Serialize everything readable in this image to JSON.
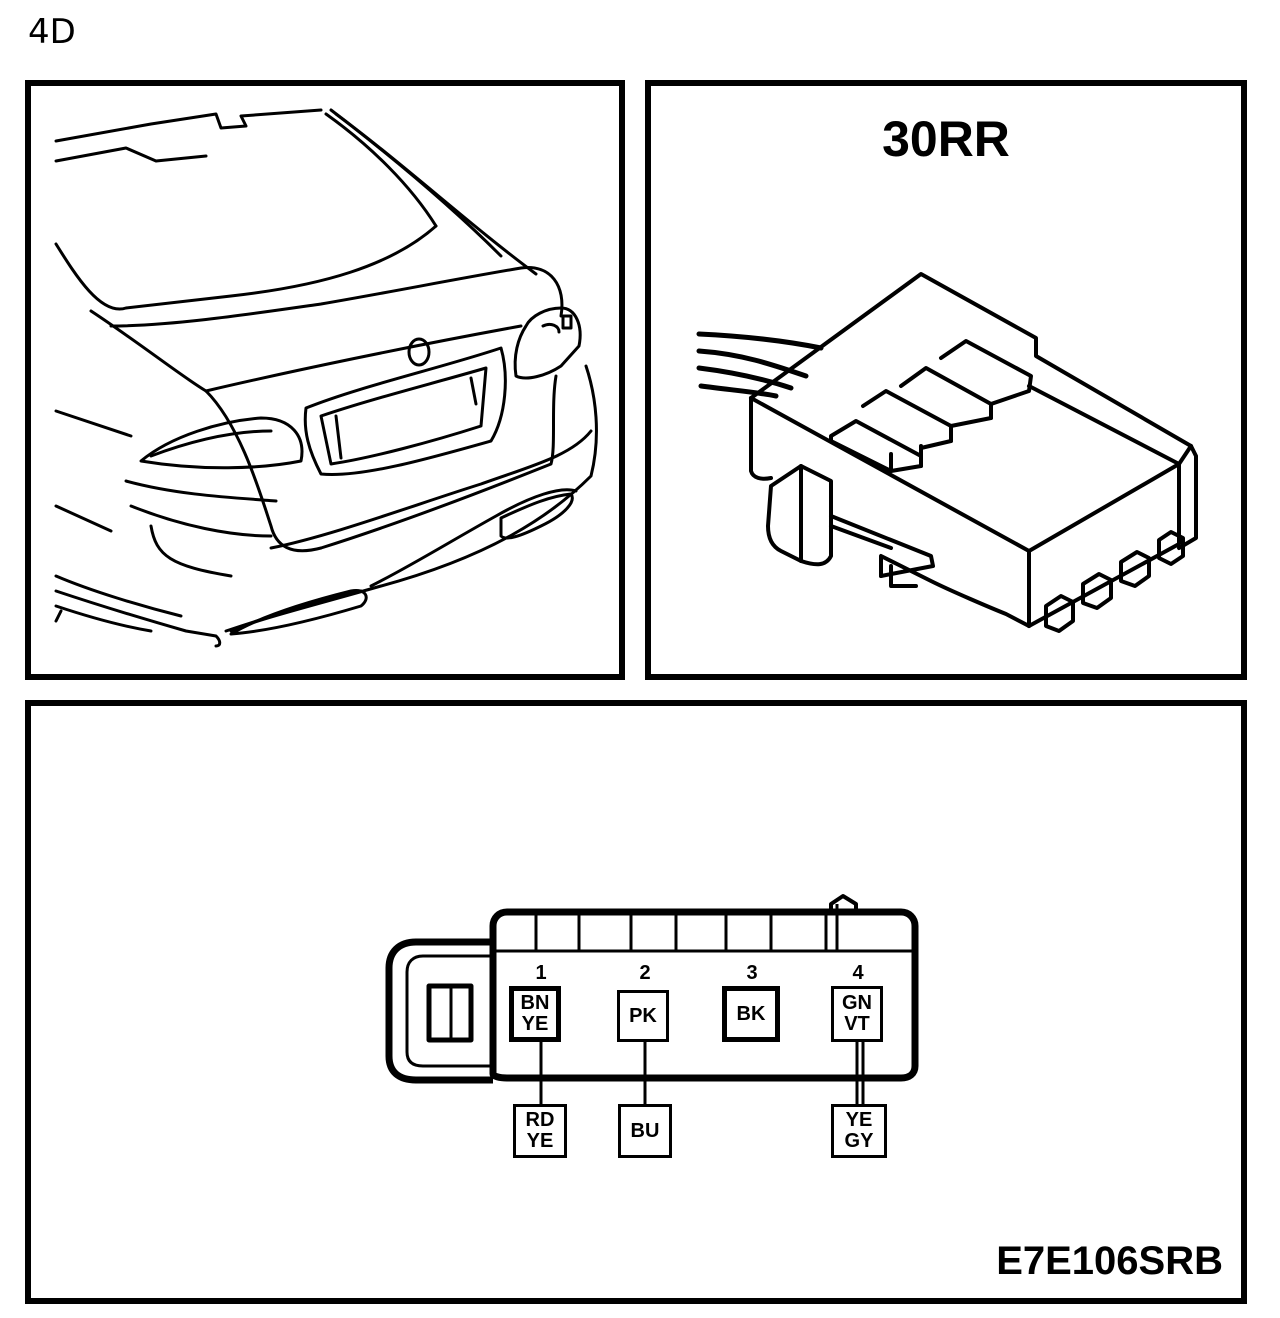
{
  "corner_label": "4D",
  "connector": {
    "title": "30RR"
  },
  "diagram_code": "E7E106SRB",
  "pins": [
    {
      "number": "1",
      "colors": [
        "BN",
        "YE"
      ],
      "mate_colors": [
        "RD",
        "YE"
      ]
    },
    {
      "number": "2",
      "colors": [
        "PK"
      ],
      "mate_colors": [
        "BU"
      ]
    },
    {
      "number": "3",
      "colors": [
        "BK"
      ],
      "mate_colors": []
    },
    {
      "number": "4",
      "colors": [
        "GN",
        "VT"
      ],
      "mate_colors": [
        "YE",
        "GY"
      ]
    }
  ]
}
